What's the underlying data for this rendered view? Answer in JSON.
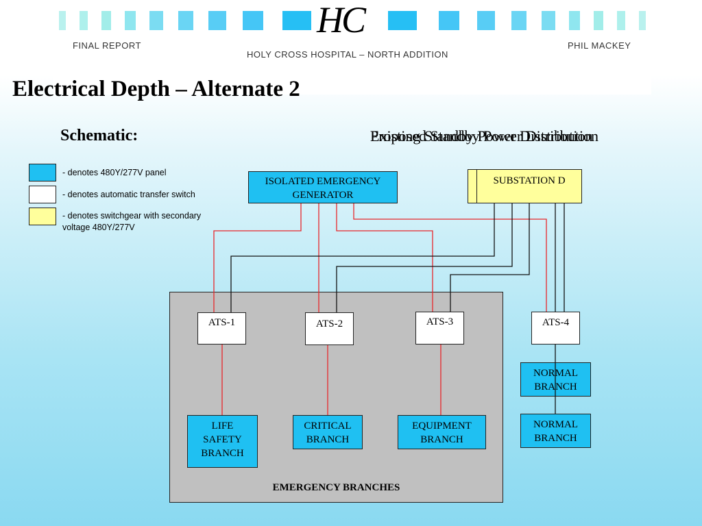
{
  "header": {
    "logo": "HC",
    "left_text": "Final Report",
    "center_text": "Holy Cross Hospital – North Addition",
    "right_text": "Phil Mackey"
  },
  "page_title": "Electrical Depth – Alternate 2",
  "schematic_label": "Schematic:",
  "diagram_titles": {
    "existing": "Existing Standby Power Distribution",
    "proposed": "Proposed Standby Power Distribution"
  },
  "legend": [
    {
      "text": "- denotes 480Y/277V panel",
      "color": "#1fc0f2"
    },
    {
      "text": "- denotes automatic transfer switch",
      "color": "#ffffff"
    },
    {
      "text": "- denotes switchgear with secondary voltage 480Y/277V",
      "color": "#ffff9c"
    }
  ],
  "nodes": {
    "generator": "ISOLATED EMERGENCY GENERATOR",
    "substation": "SUBSTATION D",
    "ats1": "ATS-1",
    "ats2": "ATS-2",
    "ats3": "ATS-3",
    "ats4": "ATS-4",
    "life_safety": "LIFE SAFETY BRANCH",
    "critical": "CRITICAL BRANCH",
    "equipment": "EQUIPMENT BRANCH",
    "normal1": "NORMAL BRANCH",
    "normal2": "NORMAL BRANCH",
    "emergency_group": "EMERGENCY BRANCHES"
  },
  "colors": {
    "panel": "#1fc0f2",
    "ats": "#ffffff",
    "switchgear": "#ffff9c",
    "emergency_wire": "#e8262a",
    "normal_wire": "#111111"
  }
}
